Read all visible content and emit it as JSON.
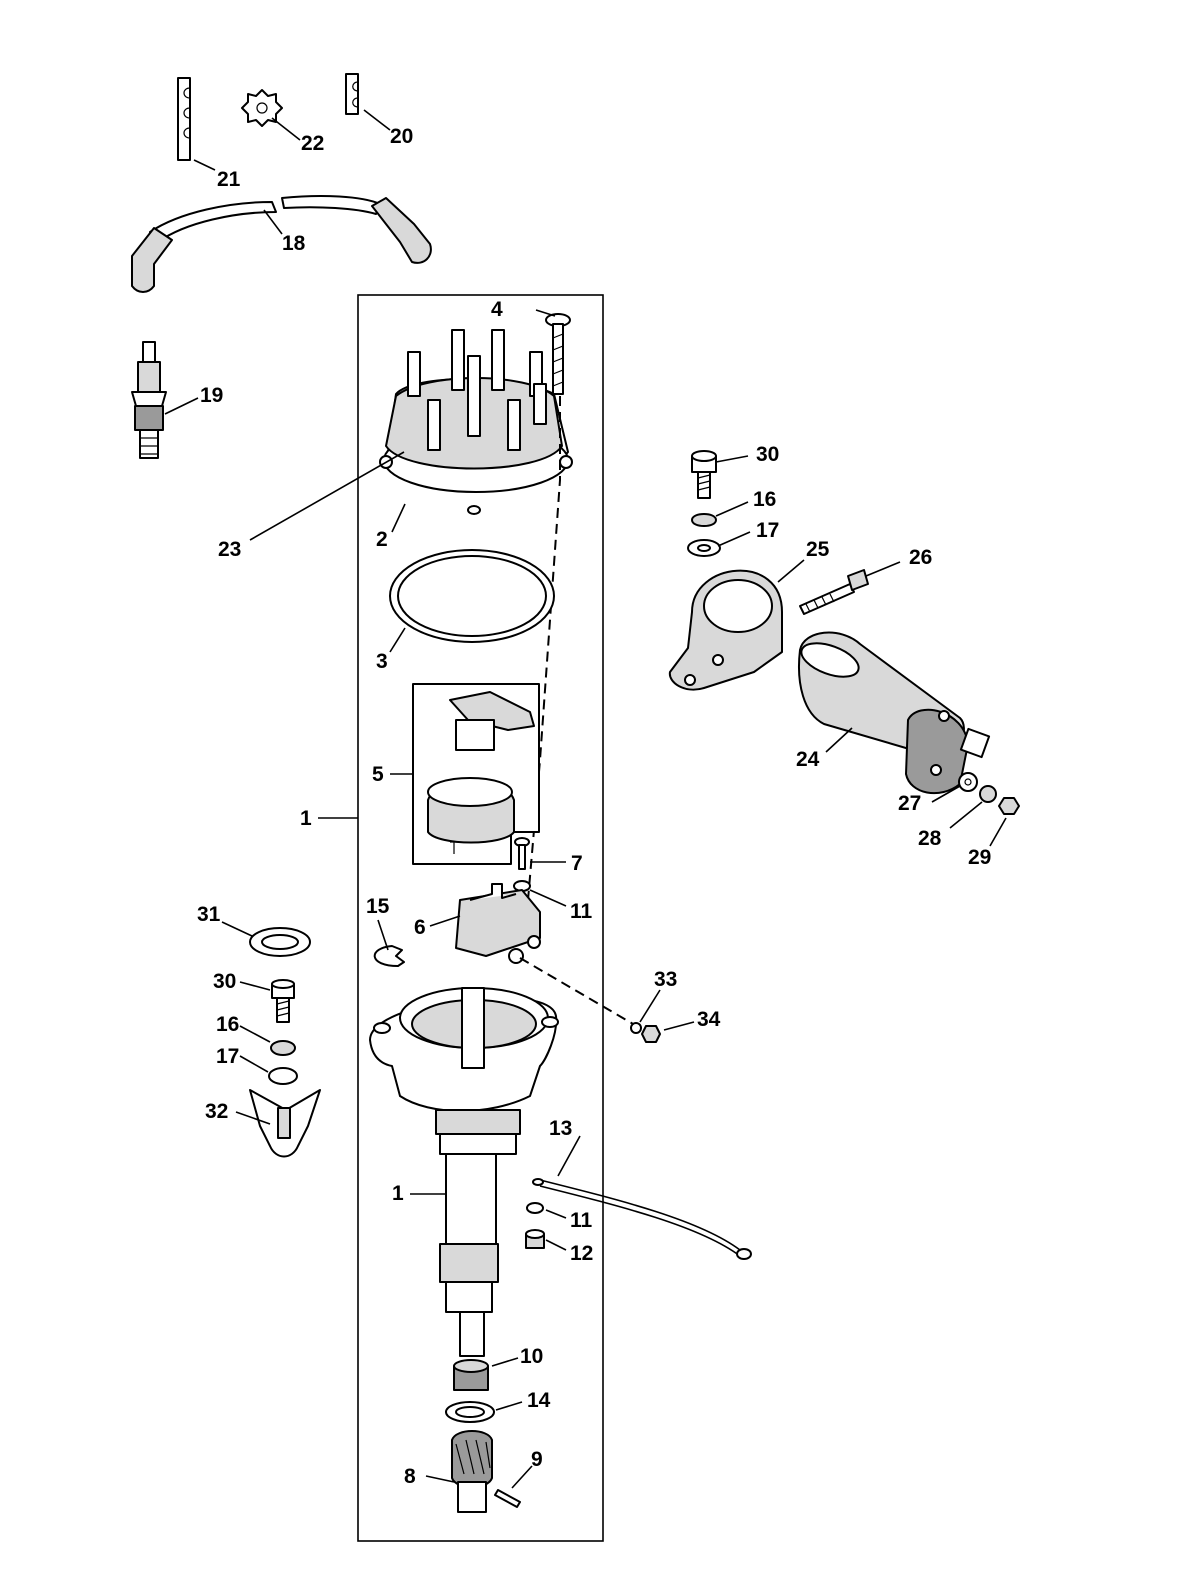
{
  "callouts": [
    "1",
    "1",
    "2",
    "3",
    "4",
    "5",
    "6",
    "7",
    "8",
    "9",
    "10",
    "11",
    "11",
    "12",
    "13",
    "14",
    "15",
    "16",
    "16",
    "17",
    "17",
    "18",
    "19",
    "20",
    "21",
    "22",
    "23",
    "24",
    "25",
    "26",
    "27",
    "28",
    "29",
    "30",
    "30",
    "31",
    "32",
    "33",
    "34"
  ]
}
